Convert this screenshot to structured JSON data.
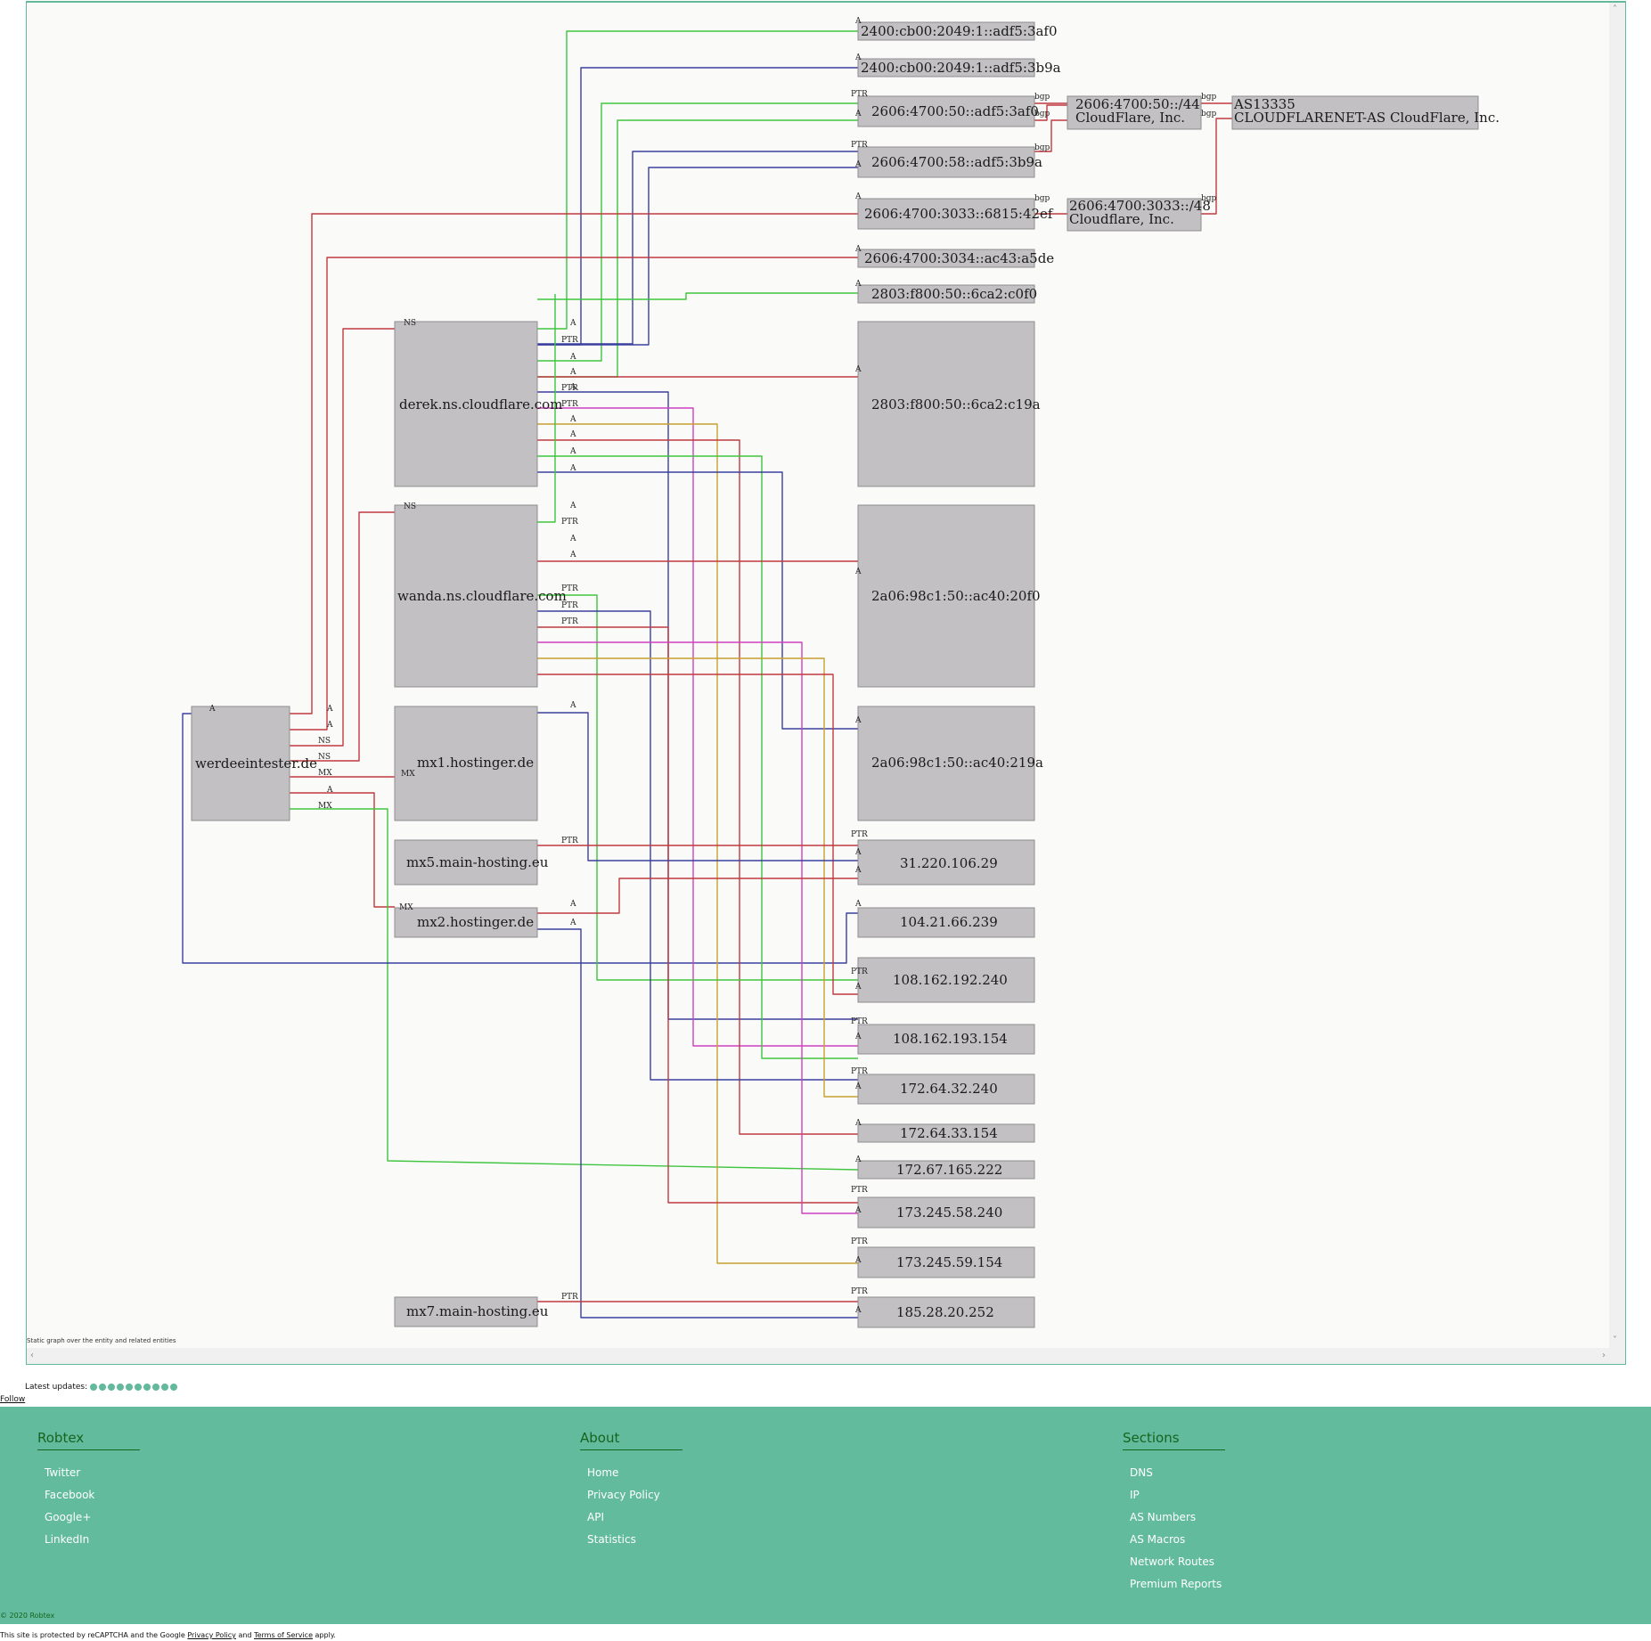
{
  "graph": {
    "caption": "Static graph over the entity and related entities",
    "nodes": {
      "werde": "werdeeintester.de",
      "derek": "derek.ns.cloudflare.com",
      "wanda": "wanda.ns.cloudflare.com",
      "mx1": "mx1.hostinger.de",
      "mx5": "mx5.main-hosting.eu",
      "mx2": "mx2.hostinger.de",
      "mx7": "mx7.main-hosting.eu",
      "ip6_1": "2400:cb00:2049:1::adf5:3af0",
      "ip6_2": "2400:cb00:2049:1::adf5:3b9a",
      "ip6_3": "2606:4700:50::adf5:3af0",
      "ip6_4": "2606:4700:58::adf5:3b9a",
      "ip6_5": "2606:4700:3033::6815:42ef",
      "ip6_6": "2606:4700:3034::ac43:a5de",
      "ip6_7": "2803:f800:50::6ca2:c0f0",
      "ip6_8": "2803:f800:50::6ca2:c19a",
      "ip6_9": "2a06:98c1:50::ac40:20f0",
      "ip6_10": "2a06:98c1:50::ac40:219a",
      "ip4_1": "31.220.106.29",
      "ip4_2": "104.21.66.239",
      "ip4_3": "108.162.192.240",
      "ip4_4": "108.162.193.154",
      "ip4_5": "172.64.32.240",
      "ip4_6": "172.64.33.154",
      "ip4_7": "172.67.165.222",
      "ip4_8": "173.245.58.240",
      "ip4_9": "173.245.59.154",
      "ip4_10": "185.28.20.252",
      "net1_line1": "2606:4700:50::/44",
      "net1_line2": "CloudFlare, Inc.",
      "net2_line1": "2606:4700:3033::/48",
      "net2_line2": "Cloudflare, Inc.",
      "as_line1": "AS13335",
      "as_line2": "CLOUDFLARENET-AS CloudFlare, Inc."
    },
    "edge_labels": {
      "a": "A",
      "ptr": "PTR",
      "ns": "NS",
      "mx": "MX",
      "bgp": "bgp"
    },
    "colors": {
      "red": "#c0393f",
      "green": "#3fc43f",
      "blue": "#3a3f9e",
      "magenta": "#d040c0",
      "orange": "#c8a030"
    }
  },
  "latest_updates": {
    "label": "Latest updates:",
    "dot_count": 10
  },
  "follow_label": "Follow",
  "footer": {
    "robtex": {
      "title": "Robtex",
      "items": [
        "Twitter",
        "Facebook",
        "Google+",
        "LinkedIn"
      ]
    },
    "about": {
      "title": "About",
      "items": [
        "Home",
        "Privacy Policy",
        "API",
        "Statistics"
      ]
    },
    "sections": {
      "title": "Sections",
      "items": [
        "DNS",
        "IP",
        "AS Numbers",
        "AS Macros",
        "Network Routes",
        "Premium Reports"
      ]
    },
    "copyright": "© 2020 Robtex"
  },
  "recaptcha": {
    "prefix": "This site is protected by reCAPTCHA and the Google",
    "privacy": "Privacy Policy",
    "and": "and",
    "terms": "Terms of Service",
    "suffix": "apply."
  }
}
